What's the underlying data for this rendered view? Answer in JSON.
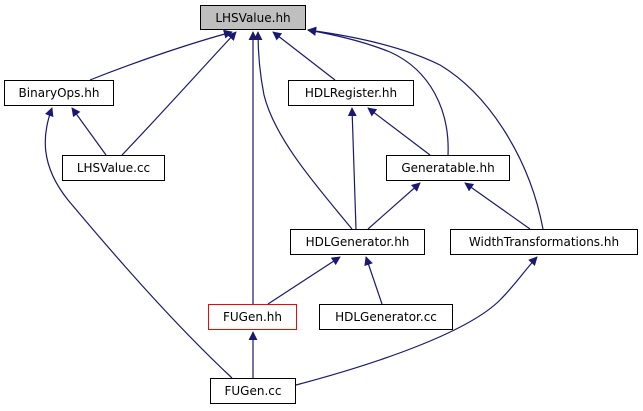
{
  "graph": {
    "nodes": {
      "lhsvalue_hh": {
        "label": "LHSValue.hh",
        "style": "root"
      },
      "binaryops_hh": {
        "label": "BinaryOps.hh",
        "style": "normal"
      },
      "hdlregister_hh": {
        "label": "HDLRegister.hh",
        "style": "normal"
      },
      "lhsvalue_cc": {
        "label": "LHSValue.cc",
        "style": "normal"
      },
      "generatable_hh": {
        "label": "Generatable.hh",
        "style": "normal"
      },
      "hdlgenerator_hh": {
        "label": "HDLGenerator.hh",
        "style": "normal"
      },
      "widthtransformations_hh": {
        "label": "WidthTransformations.hh",
        "style": "normal"
      },
      "fugen_hh": {
        "label": "FUGen.hh",
        "style": "highlight"
      },
      "hdlgenerator_cc": {
        "label": "HDLGenerator.cc",
        "style": "normal"
      },
      "fugen_cc": {
        "label": "FUGen.cc",
        "style": "normal"
      }
    },
    "edges": [
      {
        "from": "binaryops_hh",
        "to": "lhsvalue_hh"
      },
      {
        "from": "lhsvalue_cc",
        "to": "lhsvalue_hh"
      },
      {
        "from": "fugen_hh",
        "to": "lhsvalue_hh"
      },
      {
        "from": "hdlgenerator_hh",
        "to": "lhsvalue_hh"
      },
      {
        "from": "hdlregister_hh",
        "to": "lhsvalue_hh"
      },
      {
        "from": "generatable_hh",
        "to": "lhsvalue_hh"
      },
      {
        "from": "widthtransformations_hh",
        "to": "lhsvalue_hh"
      },
      {
        "from": "lhsvalue_cc",
        "to": "binaryops_hh"
      },
      {
        "from": "fugen_cc",
        "to": "binaryops_hh"
      },
      {
        "from": "hdlgenerator_hh",
        "to": "hdlregister_hh"
      },
      {
        "from": "generatable_hh",
        "to": "hdlregister_hh"
      },
      {
        "from": "hdlgenerator_hh",
        "to": "generatable_hh"
      },
      {
        "from": "widthtransformations_hh",
        "to": "generatable_hh"
      },
      {
        "from": "fugen_hh",
        "to": "hdlgenerator_hh"
      },
      {
        "from": "hdlgenerator_cc",
        "to": "hdlgenerator_hh"
      },
      {
        "from": "fugen_cc",
        "to": "widthtransformations_hh"
      },
      {
        "from": "fugen_cc",
        "to": "fugen_hh"
      }
    ],
    "colors": {
      "edge": "#191970",
      "node_border": "#000000",
      "highlight_border": "#ff0000",
      "root_fill": "#bfbfbf"
    }
  }
}
